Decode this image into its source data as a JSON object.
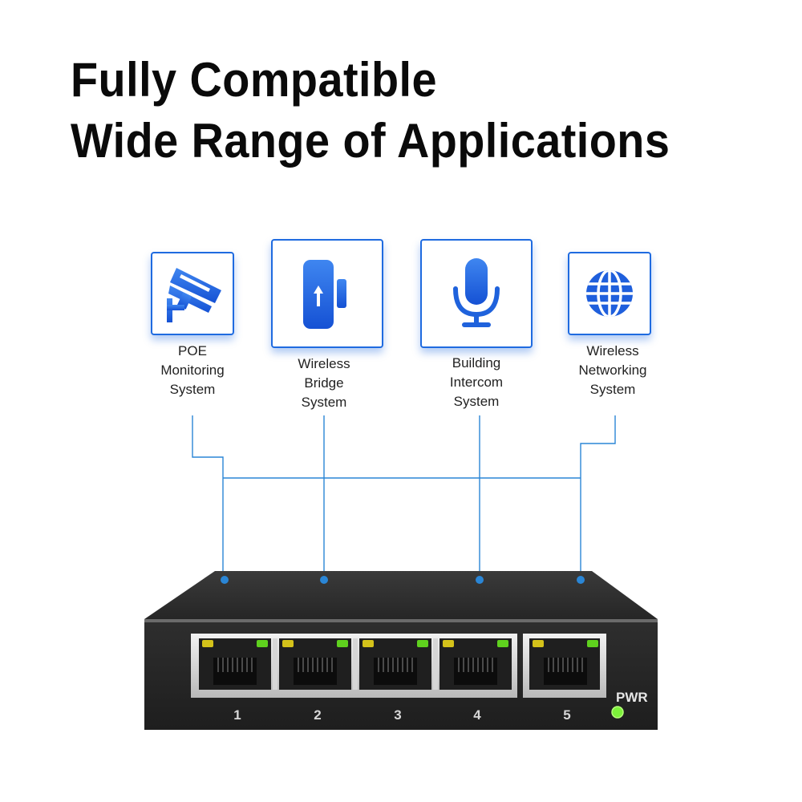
{
  "headline": {
    "line1": "Fully Compatible",
    "line2": "Wide Range of Applications"
  },
  "applications": [
    {
      "icon": "security-camera-icon",
      "label": "POE\nMonitoring\nSystem"
    },
    {
      "icon": "wireless-bridge-icon",
      "label": "Wireless\nBridge\nSystem"
    },
    {
      "icon": "microphone-icon",
      "label": "Building\nIntercom\nSystem"
    },
    {
      "icon": "globe-icon",
      "label": "Wireless\nNetworking\nSystem"
    }
  ],
  "switch": {
    "ports": [
      "1",
      "2",
      "3",
      "4",
      "5"
    ],
    "power_label": "PWR"
  },
  "colors": {
    "accent": "#1f6be0",
    "wire": "#2a86d6",
    "switch_body": "#2b2b2b",
    "led_yellow": "#d4c21a",
    "led_green": "#5fd11e"
  }
}
